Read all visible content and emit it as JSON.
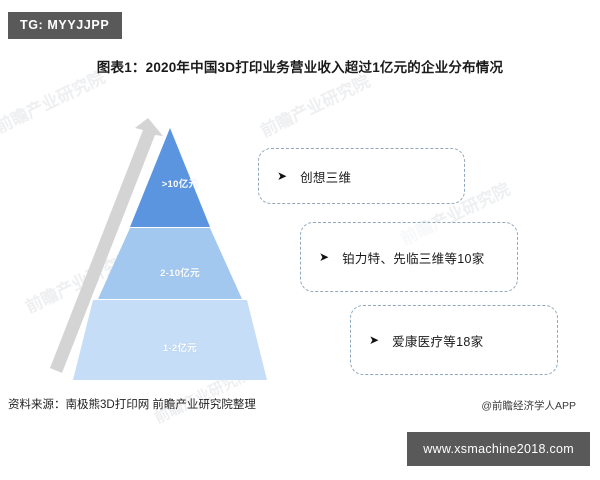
{
  "badge": {
    "tg_label": "TG: MYYJJPP"
  },
  "header": {
    "title": "图表1：2020年中国3D打印业务营业收入超过1亿元的企业分布情况"
  },
  "watermarks": {
    "text_1": "前瞻产业研究院",
    "text_2": "前瞻产业研究院",
    "text_3": "前瞻产业研究院",
    "text_4": "前瞻产业研究院",
    "text_5": "前瞻产业研究院"
  },
  "footer": {
    "source": "资料来源：南极熊3D打印网 前瞻产业研究院整理",
    "app_credit": "@前瞻经济学人APP",
    "site": "www.xsmachine2018.com"
  },
  "arrow": {
    "name": "growth-arrow",
    "color": "#d4d4d4"
  },
  "chart_data": {
    "type": "bar",
    "chart_style": "pyramid",
    "title": "图表1：2020年中国3D打印业务营业收入超过1亿元的企业分布情况",
    "xlabel": "",
    "ylabel": "",
    "categories": [
      ">10亿元",
      "2-10亿元",
      "1-2亿元"
    ],
    "values": [
      1,
      10,
      18
    ],
    "value_unit": "家",
    "tiers": [
      {
        "label": ">10亿元",
        "color": "#5b95e0",
        "callout_marker": "➤",
        "callout": "创想三维",
        "company_count": 1
      },
      {
        "label": "2-10亿元",
        "color": "#a3c8ef",
        "callout_marker": "➤",
        "callout": "铂力特、先临三维等10家",
        "company_count": 10
      },
      {
        "label": "1-2亿元",
        "color": "#c5ddf7",
        "callout_marker": "➤",
        "callout": "爱康医疗等18家",
        "company_count": 18
      }
    ],
    "legend_position": "none",
    "grid": false,
    "source": "资料来源：南极熊3D打印网 前瞻产业研究院整理"
  }
}
